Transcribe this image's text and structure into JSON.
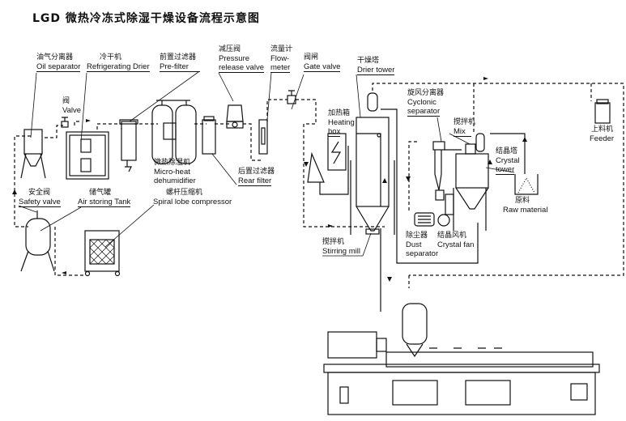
{
  "title": "LGD 微热冷冻式除湿干燥设备流程示意图",
  "labels": {
    "oil_separator": {
      "zh": "油气分离器",
      "en": "Oil separator"
    },
    "refrigerating_drier": {
      "zh": "冷干机",
      "en": "Refrigerating  Drier"
    },
    "valve": {
      "zh": "阀",
      "en": "Valve"
    },
    "pre_filter": {
      "zh": "前置过滤器",
      "en": "Pre-filter"
    },
    "pressure_release_valve": {
      "zh": "减压阀",
      "en1": "Pressure",
      "en2": "release  valve"
    },
    "flow_meter": {
      "zh": "流量计",
      "en1": "Flow-",
      "en2": "meter"
    },
    "gate_valve": {
      "zh": "阀闸",
      "en": "Gate  valve"
    },
    "micro_heat_dehumidifier": {
      "zh": "微热除湿机",
      "en1": "Micro-heat",
      "en2": "dehumidifier"
    },
    "rear_filter": {
      "zh": "后置过滤器",
      "en": "Rear  filter"
    },
    "safety_valve": {
      "zh": "安全阀",
      "en": "Safety  valve"
    },
    "air_storing_tank": {
      "zh": "储气罐",
      "en": "Air  storing  Tank"
    },
    "spiral_lobe_compressor": {
      "zh": "螺杆压缩机",
      "en": "Spiral  lobe  compressor"
    },
    "drier_tower": {
      "zh": "干燥塔",
      "en": "Drier  tower"
    },
    "heating_box": {
      "zh": "加热箱",
      "en1": "Heating",
      "en2": "box"
    },
    "cyclonic_separator": {
      "zh": "旋风分离器",
      "en1": "Cyclonic",
      "en2": "separator"
    },
    "mix": {
      "zh": "搅拌机",
      "en": "Mix"
    },
    "crystal_tower": {
      "zh": "结晶塔",
      "en1": "Crystal",
      "en2": "tower"
    },
    "raw_material": {
      "zh": "原料",
      "en": "Raw  material"
    },
    "feeder": {
      "zh": "上料机",
      "en": "Feeder"
    },
    "dust_separator": {
      "zh": "除尘器",
      "en1": "Dust",
      "en2": "separator"
    },
    "crystal_fan": {
      "zh": "结晶风机",
      "en": "Crystal  fan"
    },
    "stirring_mill": {
      "zh": "搅拌机",
      "en": "Stirring  mill"
    }
  }
}
